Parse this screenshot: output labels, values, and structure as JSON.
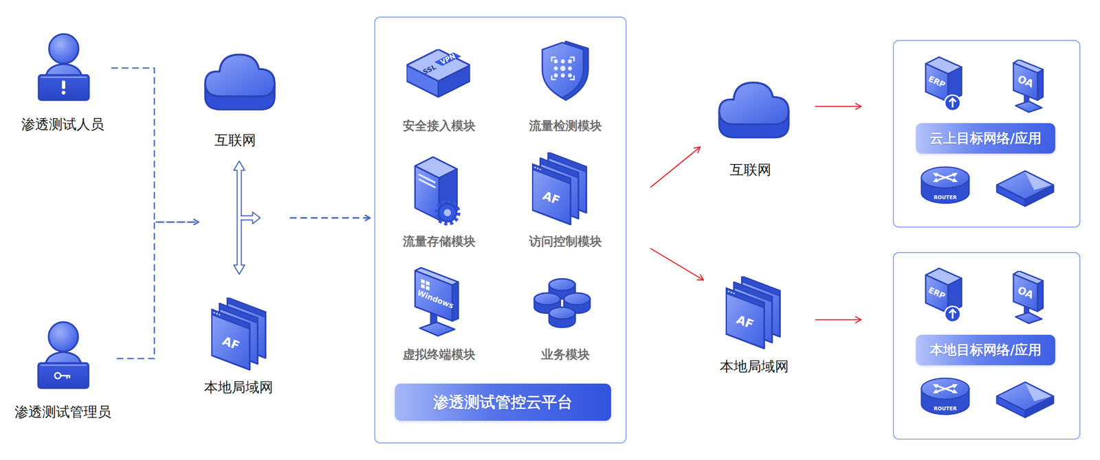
{
  "diagram": {
    "nodes": [
      {
        "text": [
          "渗透测试人员"
        ]
      },
      {
        "text": [
          "渗透测试管理员"
        ]
      },
      {
        "text": [
          "互联网"
        ]
      },
      {
        "text": [
          "本地局域网"
        ]
      },
      {
        "text": [
          "渗透测试管控云平台"
        ]
      },
      {
        "text": [
          "安全接入模块"
        ],
        "in": 4
      },
      {
        "text": [
          "流量检测模块"
        ],
        "in": 4
      },
      {
        "text": [
          "流量存储模块"
        ],
        "in": 4
      },
      {
        "text": [
          "访问控制模块"
        ],
        "in": 4
      },
      {
        "text": [
          "虚拟终端模块"
        ],
        "in": 4
      },
      {
        "text": [
          "业务模块"
        ],
        "in": 4
      },
      {
        "text": [
          "互联网"
        ]
      },
      {
        "text": [
          "本地局域网"
        ]
      },
      {
        "text": [
          "云上目标网络/应用"
        ]
      },
      {
        "text": [
          "本地目标网络/应用"
        ]
      }
    ],
    "edges": [
      {
        "from": 0,
        "to": 4,
        "arrow": "to"
      },
      {
        "from": 1,
        "to": 4,
        "arrow": "to"
      },
      {
        "from": 2,
        "to": 3,
        "arrow": "both"
      },
      {
        "from": 4,
        "to": 11,
        "arrow": "to"
      },
      {
        "from": 4,
        "to": 12,
        "arrow": "to"
      },
      {
        "from": 11,
        "to": 13,
        "arrow": "to"
      },
      {
        "from": 12,
        "to": 14,
        "arrow": "to"
      }
    ],
    "labels": [
      "AF",
      "VPN",
      "SSL",
      "AF",
      "Windows",
      "AF",
      "ERP",
      "OA",
      "ROUTER",
      "ERP",
      "OA",
      "ROUTER"
    ]
  }
}
